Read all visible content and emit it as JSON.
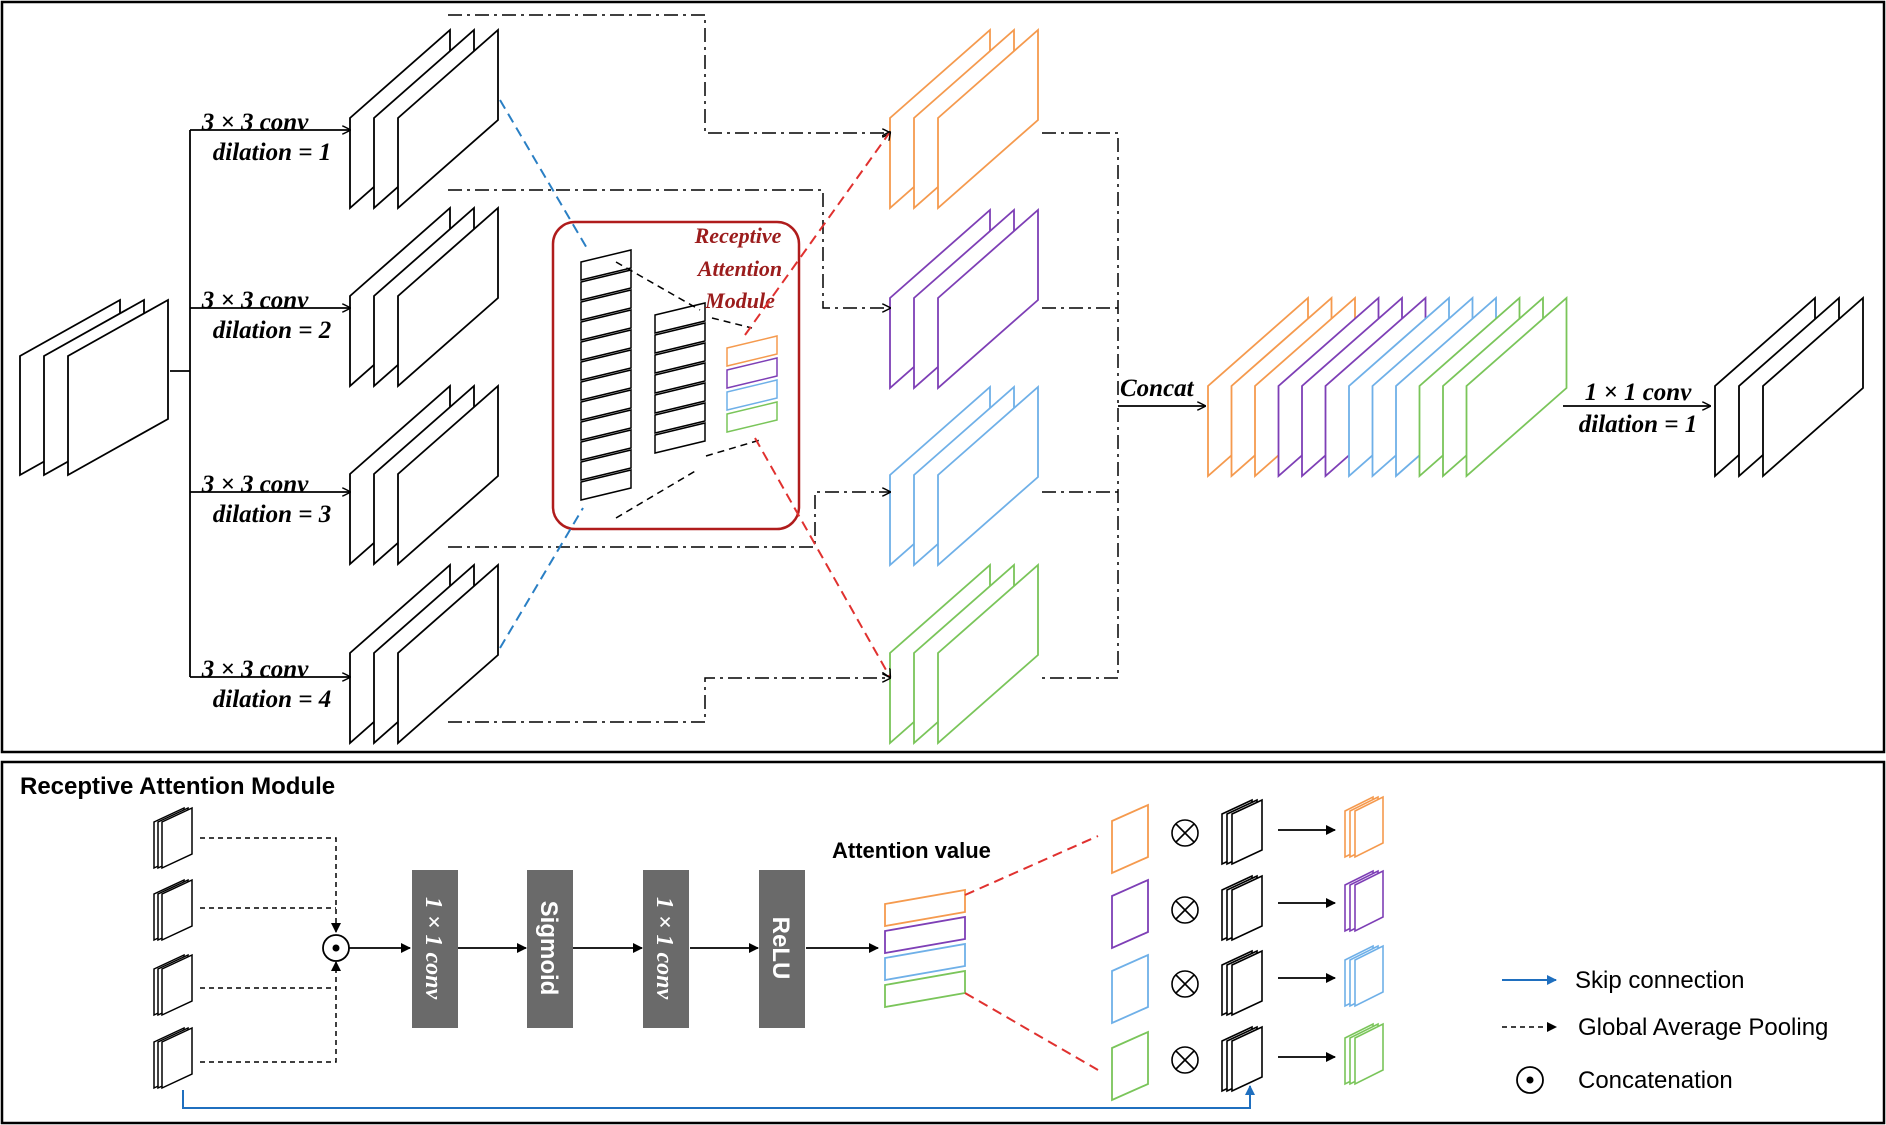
{
  "top_panel": {
    "branches": [
      {
        "line1": "3 × 3 conv",
        "line2": "dilation = 1"
      },
      {
        "line1": "3 × 3 conv",
        "line2": "dilation = 2"
      },
      {
        "line1": "3 × 3 conv",
        "line2": "dilation = 3"
      },
      {
        "line1": "3 × 3 conv",
        "line2": "dilation = 4"
      }
    ],
    "ram_label": [
      "Receptive",
      "Attention",
      "Module"
    ],
    "concat_label": "Concat",
    "final_conv": {
      "line1": "1 × 1 conv",
      "line2": "dilation = 1"
    }
  },
  "bottom_panel": {
    "title": "Receptive Attention Module",
    "boxes": [
      "1 × 1 conv",
      "Sigmoid",
      "1 × 1 conv",
      "ReLU"
    ],
    "attention_label": "Attention  value",
    "legend": [
      {
        "icon": "skip-arrow-icon",
        "label": "Skip connection"
      },
      {
        "icon": "dashed-arrow-icon",
        "label": "Global Average Pooling"
      },
      {
        "icon": "concat-dot-icon",
        "label": "Concatenation"
      }
    ]
  },
  "colors": {
    "orange": "#f59a4e",
    "purple": "#7e3fb6",
    "blue": "#6fb0e8",
    "green": "#7ac55a",
    "ram_border": "#b01c1c",
    "box_fill": "#6a6a6a",
    "skip": "#1f6fbf",
    "blue_dash": "#2a7fc4",
    "red_dash": "#e0312f"
  }
}
